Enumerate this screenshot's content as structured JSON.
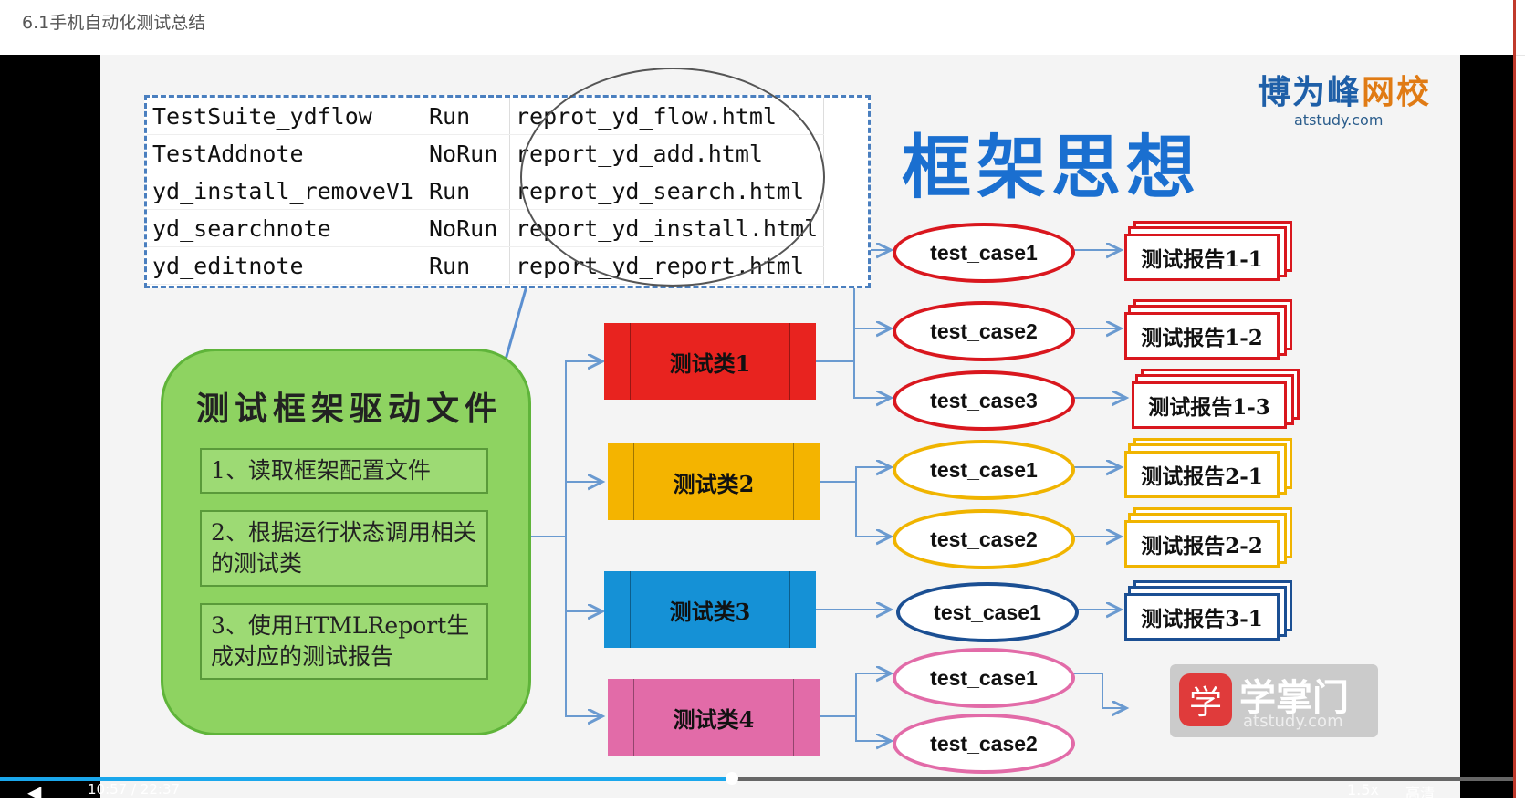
{
  "page": {
    "title": "6.1手机自动化测试总结"
  },
  "brand": {
    "name_part1": "博为峰",
    "name_part2": "网校",
    "url": "atstudy.com"
  },
  "slide": {
    "title": "框架思想",
    "config_table": [
      [
        "TestSuite_ydflow",
        "Run",
        "reprot_yd_flow.html"
      ],
      [
        "TestAddnote",
        "NoRun",
        "report_yd_add.html"
      ],
      [
        "yd_install_removeV1",
        "Run",
        "reprot_yd_search.html"
      ],
      [
        "yd_searchnote",
        "NoRun",
        "report_yd_install.html"
      ],
      [
        "yd_editnote",
        "Run",
        "report_yd_report.html"
      ]
    ],
    "driver": {
      "title": "测试框架驱动文件",
      "steps": [
        "1、读取框架配置文件",
        "2、根据运行状态调用相关的测试类",
        "3、使用HTMLReport生成对应的测试报告"
      ]
    },
    "classes": [
      {
        "label": "测试类1",
        "color": "#e8231f"
      },
      {
        "label": "测试类2",
        "color": "#f4b400"
      },
      {
        "label": "测试类3",
        "color": "#1591d6"
      },
      {
        "label": "测试类4",
        "color": "#e26ba8"
      }
    ],
    "cases": [
      {
        "label": "test_case1",
        "color": "#d9171e"
      },
      {
        "label": "test_case2",
        "color": "#d9171e"
      },
      {
        "label": "test_case3",
        "color": "#d9171e"
      },
      {
        "label": "test_case1",
        "color": "#f0b400"
      },
      {
        "label": "test_case2",
        "color": "#f0b400"
      },
      {
        "label": "test_case1",
        "color": "#1b4f93"
      },
      {
        "label": "test_case1",
        "color": "#e26ba8"
      },
      {
        "label": "test_case2",
        "color": "#e26ba8"
      }
    ],
    "reports": [
      {
        "label": "测试报告1-1",
        "color": "#d9171e"
      },
      {
        "label": "测试报告1-2",
        "color": "#d9171e"
      },
      {
        "label": "测试报告1-3",
        "color": "#d9171e"
      },
      {
        "label": "测试报告2-1",
        "color": "#f0b400"
      },
      {
        "label": "测试报告2-2",
        "color": "#f0b400"
      },
      {
        "label": "测试报告3-1",
        "color": "#1b4f93"
      }
    ],
    "watermark": {
      "name": "学掌门",
      "url": "atstudy.com"
    }
  },
  "player": {
    "current_time": "10:57",
    "duration": "22:37",
    "time_display": "10:57 / 22:37",
    "progress": 0.484,
    "speed": "1.5x",
    "quality": "高清"
  }
}
